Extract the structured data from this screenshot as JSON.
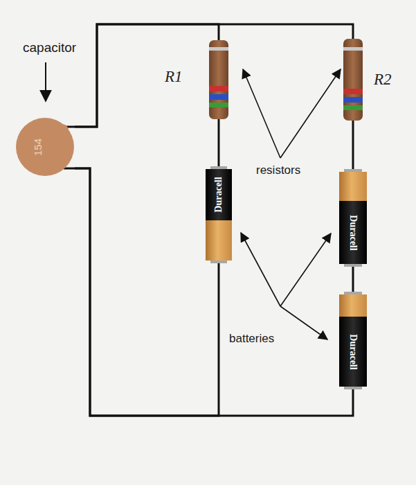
{
  "diagram": {
    "nodes": [
      {
        "text": [
          "154"
        ]
      },
      {
        "text": [
          "R1"
        ]
      },
      {
        "text": [
          "R2"
        ]
      },
      {
        "text": [
          "Duracell"
        ]
      },
      {
        "text": [
          "Duracell"
        ]
      },
      {
        "text": [
          "Duracell"
        ]
      }
    ],
    "edges": [
      {
        "from": 0,
        "to": 1,
        "arrow": "none"
      },
      {
        "from": 0,
        "to": 2,
        "arrow": "none"
      },
      {
        "from": 1,
        "to": 3,
        "arrow": "none"
      },
      {
        "from": 2,
        "to": 4,
        "arrow": "none"
      },
      {
        "from": 4,
        "to": 5,
        "arrow": "none"
      },
      {
        "from": 3,
        "to": 0,
        "arrow": "none"
      },
      {
        "from": 5,
        "to": 0,
        "arrow": "none"
      }
    ],
    "labels": [
      "capacitor",
      "resistors",
      "batteries"
    ]
  }
}
